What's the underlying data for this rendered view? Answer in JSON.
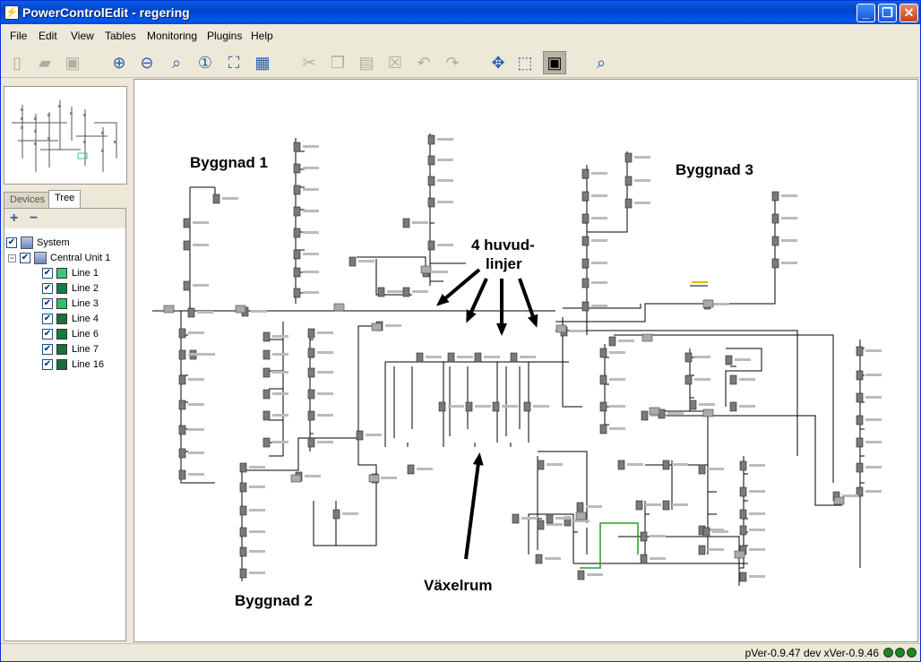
{
  "window": {
    "title": "PowerControlEdit - regering",
    "app_icon": "app-icon"
  },
  "menu": [
    "File",
    "Edit",
    "View",
    "Tables",
    "Monitoring",
    "Plugins",
    "Help"
  ],
  "toolbar": {
    "buttons": [
      {
        "name": "new-file-icon",
        "glyph": "▯",
        "enabled": false
      },
      {
        "name": "open-folder-icon",
        "glyph": "▰",
        "enabled": false
      },
      {
        "name": "save-icon",
        "glyph": "▣",
        "enabled": false
      },
      {
        "name": "zoom-in-icon",
        "glyph": "⊕",
        "enabled": true
      },
      {
        "name": "zoom-out-icon",
        "glyph": "⊖",
        "enabled": true
      },
      {
        "name": "zoom-fit-icon",
        "glyph": "⌕",
        "enabled": true
      },
      {
        "name": "zoom-actual-icon",
        "glyph": "①",
        "enabled": true
      },
      {
        "name": "fit-page-icon",
        "glyph": "⛶",
        "enabled": true
      },
      {
        "name": "grid-icon",
        "glyph": "▦",
        "enabled": true
      },
      {
        "name": "cut-icon",
        "glyph": "✂",
        "enabled": false
      },
      {
        "name": "copy-icon",
        "glyph": "❐",
        "enabled": false
      },
      {
        "name": "paste-icon",
        "glyph": "▤",
        "enabled": false
      },
      {
        "name": "delete-icon",
        "glyph": "☒",
        "enabled": false
      },
      {
        "name": "undo-icon",
        "glyph": "↶",
        "enabled": false
      },
      {
        "name": "redo-icon",
        "glyph": "↷",
        "enabled": false
      },
      {
        "name": "move-icon",
        "glyph": "✥",
        "enabled": true
      },
      {
        "name": "select-icon",
        "glyph": "⬚",
        "enabled": true
      },
      {
        "name": "monitor-icon",
        "glyph": "▣",
        "enabled": true,
        "active": true
      },
      {
        "name": "search-icon",
        "glyph": "⌕",
        "enabled": true
      }
    ]
  },
  "left_panel": {
    "tabs": [
      "Devices",
      "Tree"
    ],
    "active_tab": "Tree",
    "tree_tools": [
      "+",
      "−"
    ],
    "tree": {
      "root": "System",
      "unit": "Central Unit 1",
      "lines": [
        {
          "label": "Line 1",
          "color": "#3cc77a"
        },
        {
          "label": "Line 2",
          "color": "#1a7a4a"
        },
        {
          "label": "Line 3",
          "color": "#2fbf6f"
        },
        {
          "label": "Line 4",
          "color": "#1f6e3e"
        },
        {
          "label": "Line 6",
          "color": "#167a3a"
        },
        {
          "label": "Line 7",
          "color": "#1a7040"
        },
        {
          "label": "Line 16",
          "color": "#1b6a3c"
        }
      ]
    }
  },
  "canvas": {
    "annotations": {
      "building1": "Byggnad 1",
      "building2": "Byggnad 2",
      "building3": "Byggnad 3",
      "main_lines_1": "4 huvud-",
      "main_lines_2": "linjer",
      "switch_room": "Växelrum"
    }
  },
  "status": {
    "versions": "pVer-0.9.47 dev  xVer-0.9.46"
  }
}
